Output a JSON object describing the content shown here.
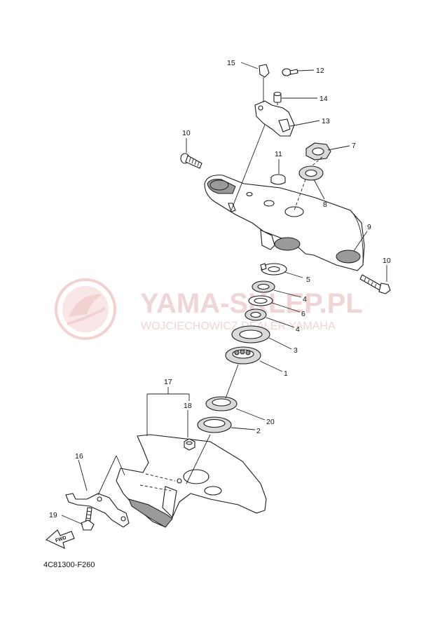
{
  "diagram_code": "4C81300-F260",
  "fwd_label": "FWD",
  "watermark": {
    "title": "YAMA-SKLEP.PL",
    "subtitle": "WOJCIECHOWICZ DEALER YAMAHA"
  },
  "callouts": {
    "p1": "1",
    "p2": "2",
    "p3": "3",
    "p4a": "4",
    "p4b": "4",
    "p5": "5",
    "p6": "6",
    "p7": "7",
    "p8": "8",
    "p9": "9",
    "p10a": "10",
    "p10b": "10",
    "p11": "11",
    "p12": "12",
    "p13": "13",
    "p14": "14",
    "p15": "15",
    "p16": "16",
    "p17": "17",
    "p18": "18",
    "p19": "19",
    "p20": "20"
  }
}
